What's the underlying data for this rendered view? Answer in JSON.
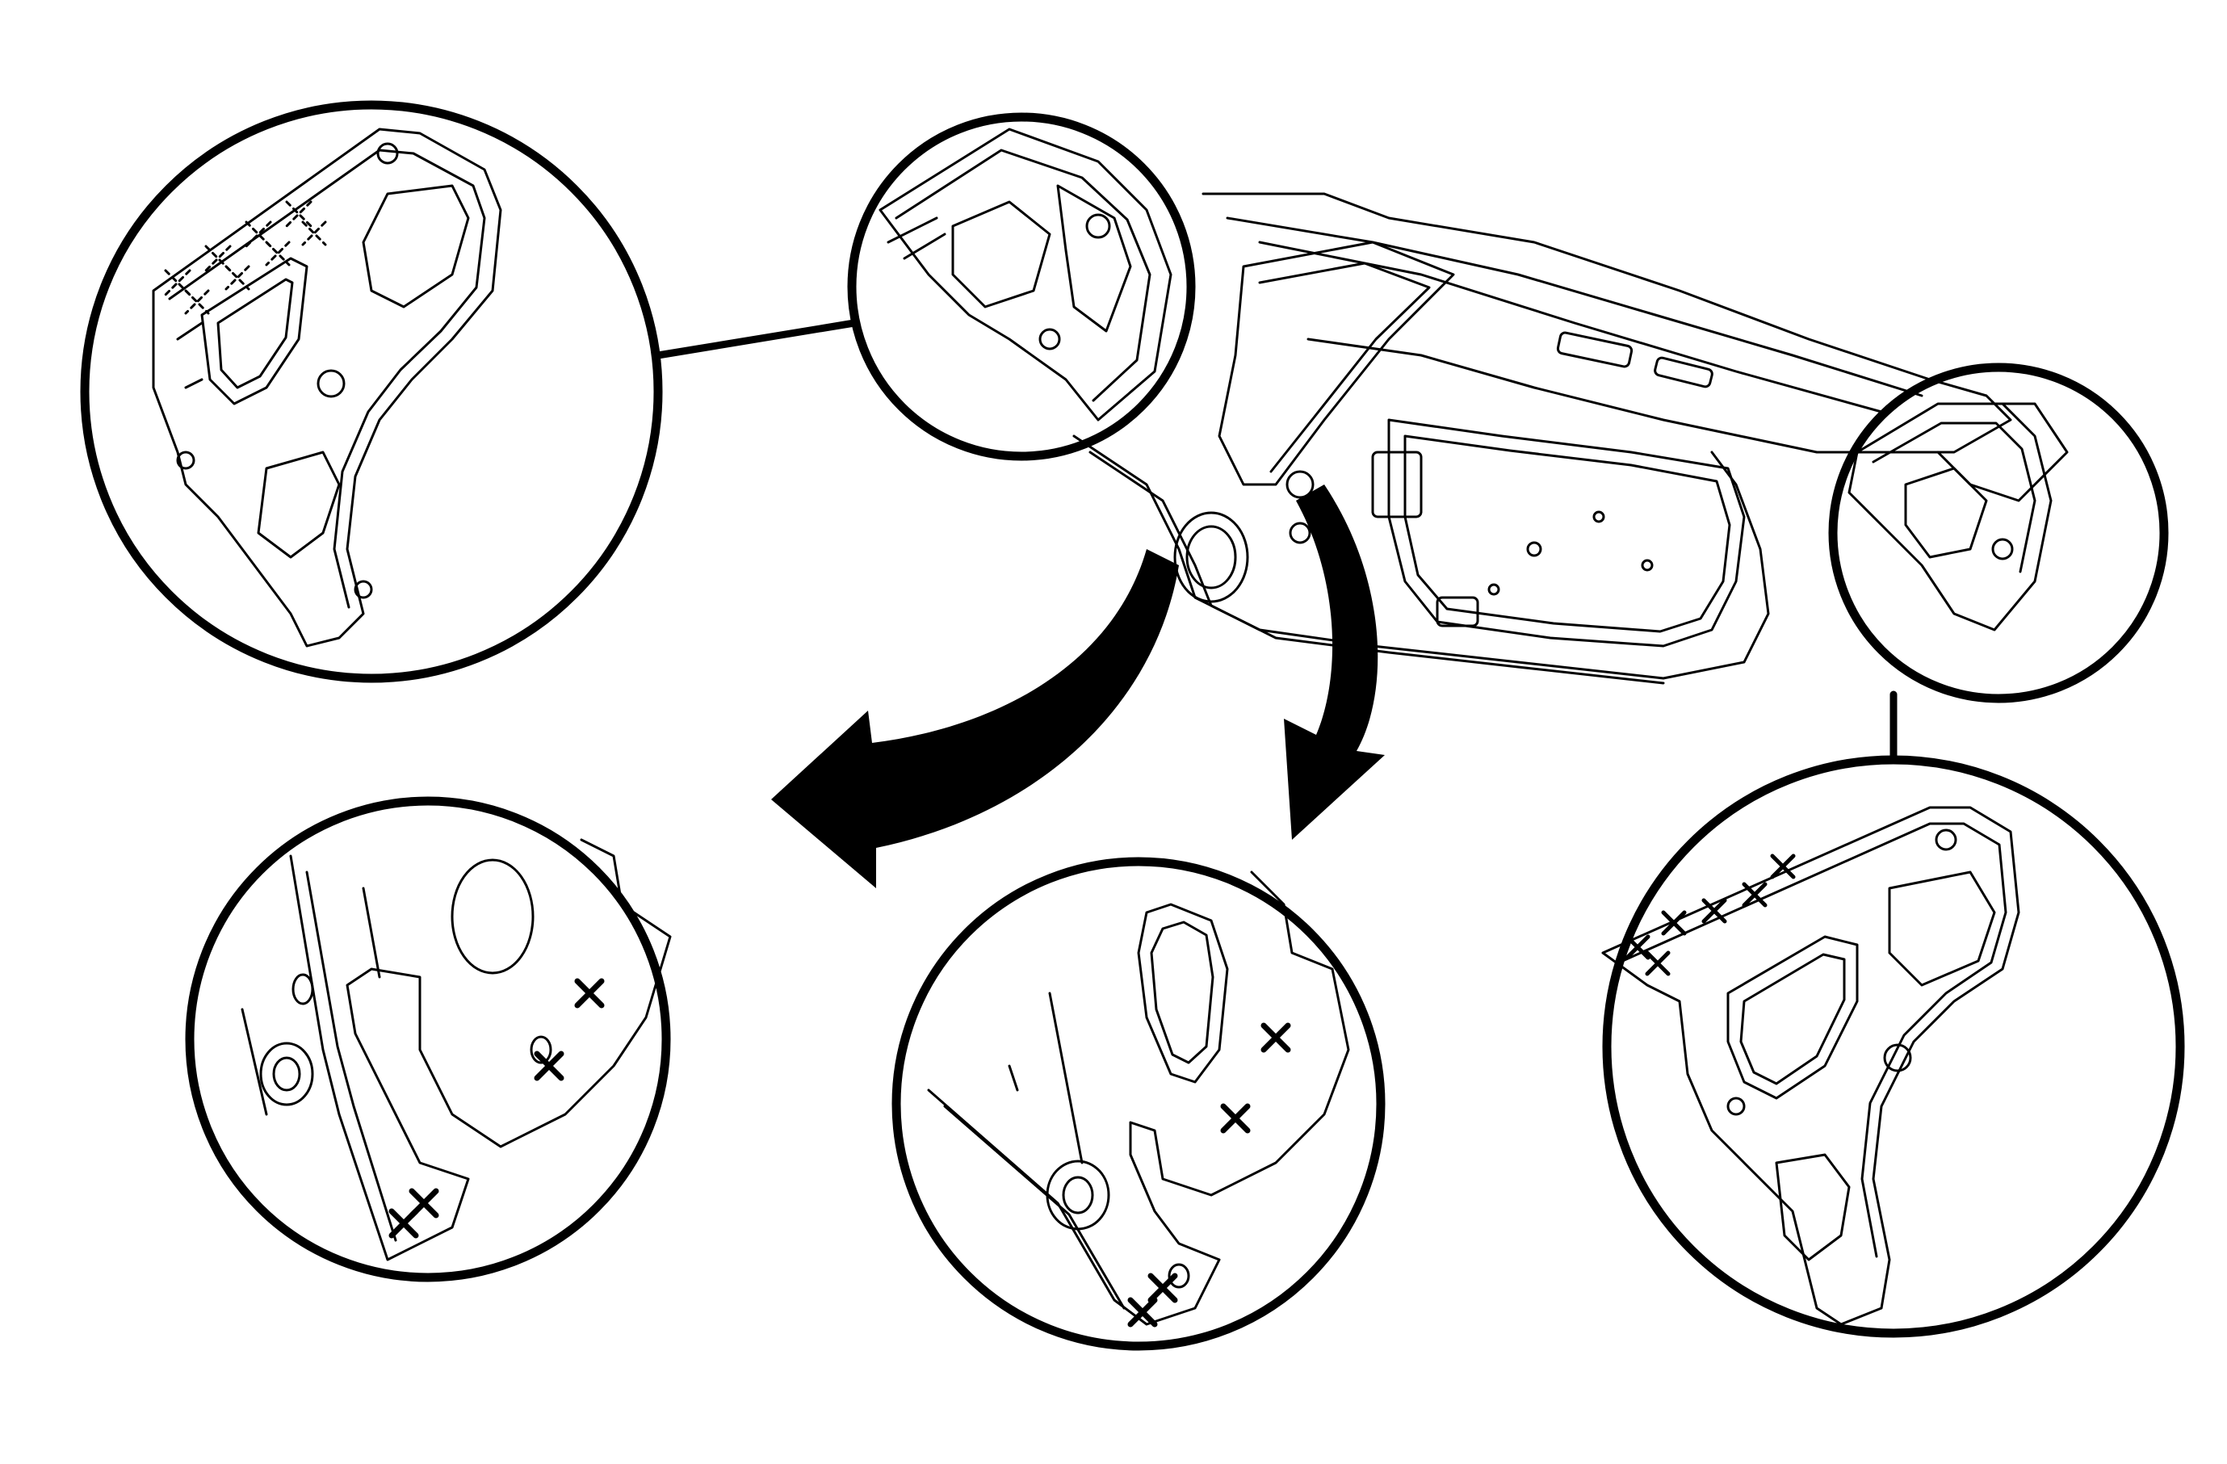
{
  "diagram": {
    "colors": {
      "background": "#ffffff",
      "ink": "#000000"
    },
    "callouts": [
      {
        "id": "upper-left-detail",
        "spot_welds": 8
      },
      {
        "id": "lower-left-detail",
        "spot_welds": 4
      },
      {
        "id": "lower-center-detail",
        "spot_welds": 4
      },
      {
        "id": "lower-right-detail",
        "spot_welds": 6
      }
    ],
    "marker_glyph": "cross-mark"
  }
}
